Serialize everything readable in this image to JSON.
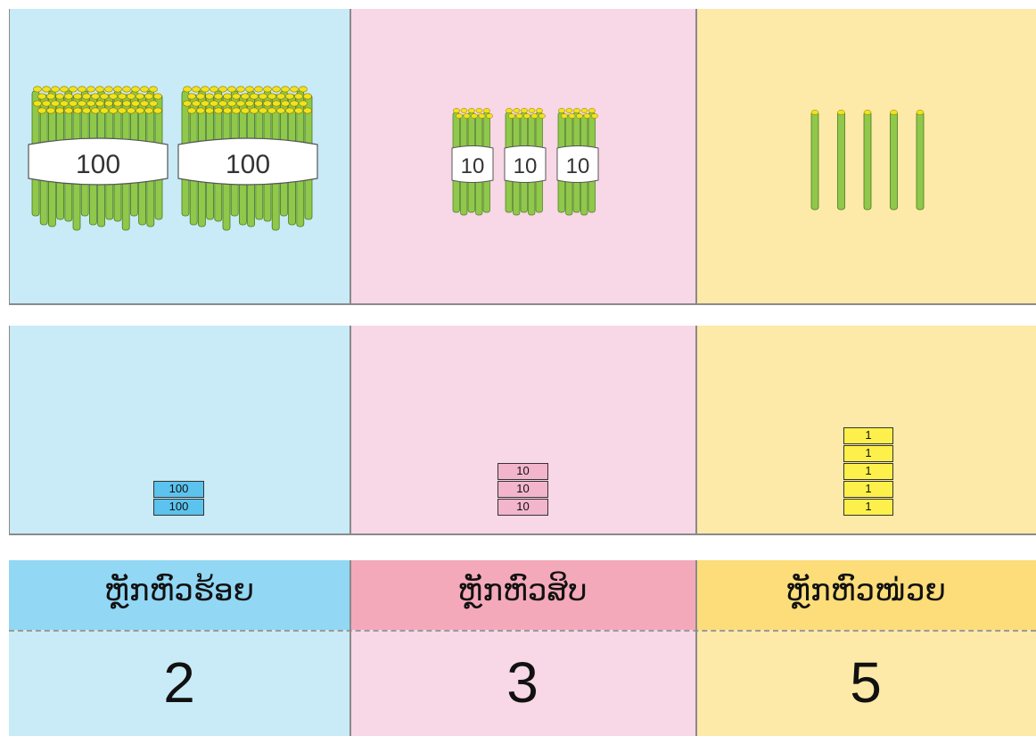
{
  "bundles": {
    "hundreds": {
      "count": 2,
      "label": "100"
    },
    "tens": {
      "count": 3,
      "label": "10"
    },
    "ones": {
      "count": 5
    }
  },
  "cards": {
    "hundreds": [
      "100",
      "100"
    ],
    "tens": [
      "10",
      "10",
      "10"
    ],
    "ones": [
      "1",
      "1",
      "1",
      "1",
      "1"
    ]
  },
  "place_value": [
    {
      "heading": "ຫຼັກຫົວຮ້ອຍ",
      "digit": "2"
    },
    {
      "heading": "ຫຼັກຫົວສິບ",
      "digit": "3"
    },
    {
      "heading": "ຫຼັກຫົວໜ່ວຍ",
      "digit": "5"
    }
  ],
  "colors": {
    "hundreds_bg": "#c9eaf7",
    "tens_bg": "#f8d7e6",
    "ones_bg": "#fde9a8",
    "stick_green": "#8fc84a",
    "stick_top": "#f2e21b"
  }
}
